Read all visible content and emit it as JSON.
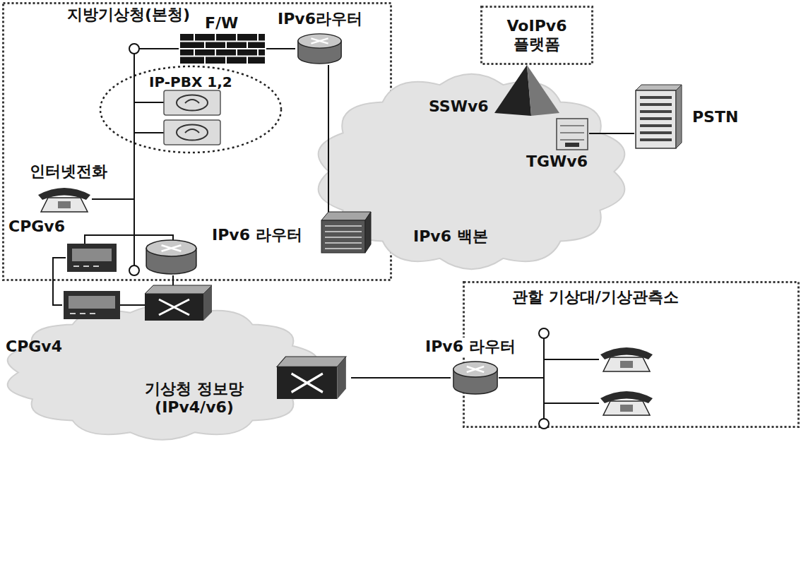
{
  "diagram": {
    "nodes": [
      {
        "text": [
          "지방기상청(본청)"
        ]
      },
      {
        "text": [
          "F/W"
        ],
        "in": 0
      },
      {
        "text": [
          "IPv6라우터"
        ],
        "in": 0
      },
      {
        "text": [
          "IP-PBX 1,2"
        ],
        "in": 0
      },
      {
        "text": [
          "인터넷전화"
        ],
        "in": 0
      },
      {
        "text": [
          "CPGv6"
        ],
        "in": 0
      },
      {
        "text": [
          "IPv6 라우터"
        ],
        "in": 0
      },
      {
        "text": [
          "VoIPv6 플랫폼"
        ]
      },
      {
        "text": [
          "IPv6 백본"
        ]
      },
      {
        "text": [
          "SSWv6"
        ],
        "in": 8
      },
      {
        "text": [
          "TGWv6"
        ],
        "in": 8
      },
      {
        "text": [
          "PSTN"
        ]
      },
      {
        "text": [
          "CPGv4"
        ]
      },
      {
        "text": [
          "기상청 정보망 (IPv4/v6)"
        ]
      },
      {
        "text": [
          "관할 기상대/기상관측소"
        ]
      },
      {
        "text": [
          "IPv6 라우터"
        ],
        "in": 14
      }
    ],
    "edges": [
      {
        "from": 1,
        "to": 2,
        "arrow": "none"
      },
      {
        "from": 10,
        "to": 11,
        "arrow": "none"
      },
      {
        "from": 5,
        "to": 12,
        "arrow": "none"
      },
      {
        "from": 13,
        "to": 15,
        "arrow": "none"
      }
    ]
  }
}
